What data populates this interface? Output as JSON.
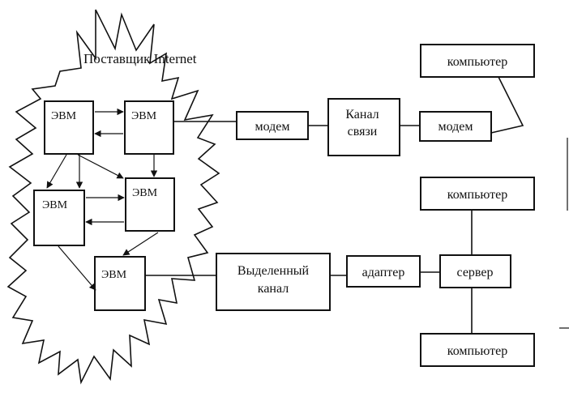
{
  "provider_label": "Поставщик Internet",
  "nodes": {
    "evm_1": "ЭВМ",
    "evm_2": "ЭВМ",
    "evm_3": "ЭВМ",
    "evm_4": "ЭВМ",
    "evm_5": "ЭВМ",
    "modem_left": "модем",
    "channel_line1": "Канал",
    "channel_line2": "связи",
    "modem_right": "модем",
    "computer_top": "компьютер",
    "computer_mid": "компьютер",
    "computer_bottom": "компьютер",
    "dedicated_line1": "Выделенный",
    "dedicated_line2": "канал",
    "adapter": "адаптер",
    "server": "сервер"
  }
}
